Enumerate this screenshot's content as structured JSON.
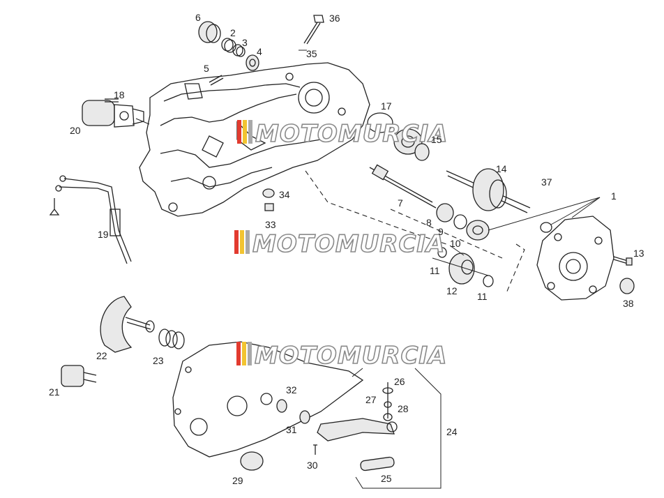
{
  "watermark": {
    "text": "MOTOMURCIA",
    "stripe_colors": [
      "#e23b2f",
      "#f2c431",
      "#a9a9a9"
    ]
  },
  "callouts": [
    {
      "id": "1",
      "text": "1"
    },
    {
      "id": "2",
      "text": "2"
    },
    {
      "id": "3",
      "text": "3"
    },
    {
      "id": "4",
      "text": "4"
    },
    {
      "id": "5",
      "text": "5"
    },
    {
      "id": "6",
      "text": "6"
    },
    {
      "id": "7",
      "text": "7"
    },
    {
      "id": "8",
      "text": "8"
    },
    {
      "id": "9",
      "text": "9"
    },
    {
      "id": "10",
      "text": "10"
    },
    {
      "id": "11a",
      "text": "11"
    },
    {
      "id": "11b",
      "text": "11"
    },
    {
      "id": "12",
      "text": "12"
    },
    {
      "id": "13",
      "text": "13"
    },
    {
      "id": "14",
      "text": "14"
    },
    {
      "id": "15",
      "text": "15"
    },
    {
      "id": "17",
      "text": "17"
    },
    {
      "id": "18",
      "text": "18"
    },
    {
      "id": "19",
      "text": "19"
    },
    {
      "id": "20",
      "text": "20"
    },
    {
      "id": "21",
      "text": "21"
    },
    {
      "id": "22",
      "text": "22"
    },
    {
      "id": "23",
      "text": "23"
    },
    {
      "id": "24",
      "text": "24"
    },
    {
      "id": "25",
      "text": "25"
    },
    {
      "id": "26",
      "text": "26"
    },
    {
      "id": "27",
      "text": "27"
    },
    {
      "id": "28",
      "text": "28"
    },
    {
      "id": "29",
      "text": "29"
    },
    {
      "id": "30",
      "text": "30"
    },
    {
      "id": "31",
      "text": "31"
    },
    {
      "id": "32",
      "text": "32"
    },
    {
      "id": "33",
      "text": "33"
    },
    {
      "id": "34",
      "text": "34"
    },
    {
      "id": "35",
      "text": "35"
    },
    {
      "id": "36",
      "text": "36"
    },
    {
      "id": "37",
      "text": "37"
    },
    {
      "id": "38",
      "text": "38"
    }
  ]
}
